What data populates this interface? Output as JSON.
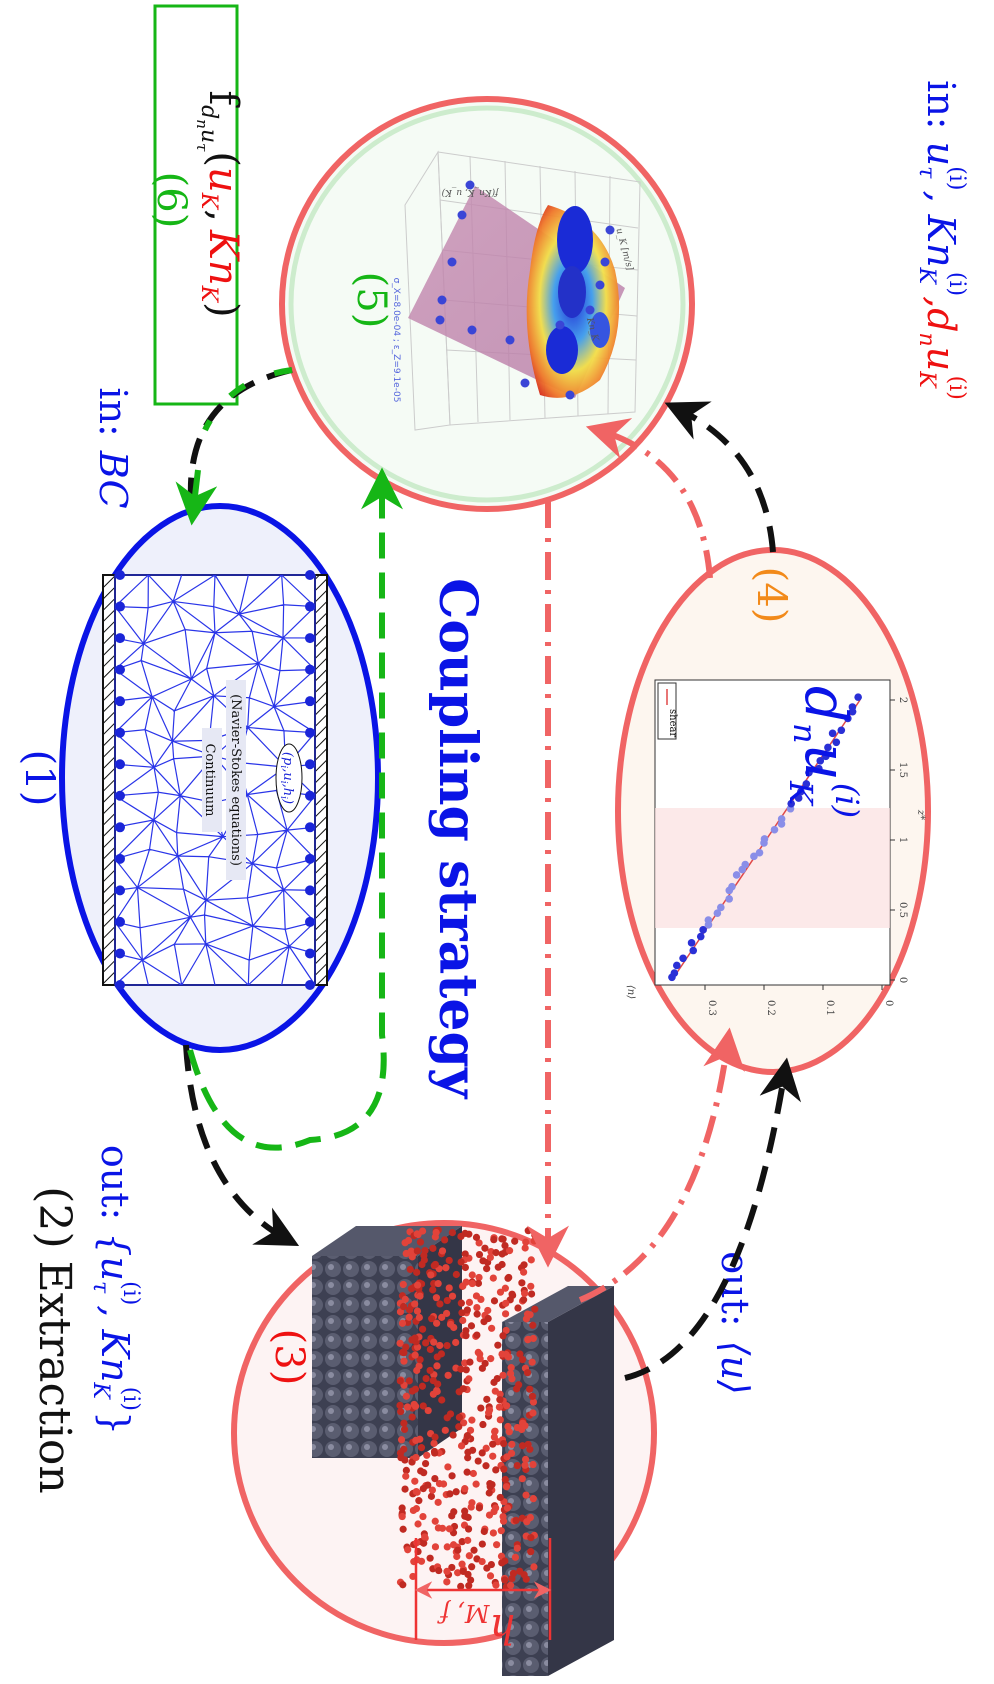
{
  "title": "Coupling strategy",
  "colors": {
    "blue": "#0a14e6",
    "red": "#f06464",
    "green": "#16b616",
    "orange": "#f28a1a",
    "black": "#111111",
    "atom_red": "#d9302a",
    "wall": "#4a4d5e"
  },
  "steps": {
    "s1": {
      "num": "(1)",
      "label_a": "Continuum",
      "label_b": "(Navier-Stokes equations)",
      "nodes": "(p",
      "nodes_sub": "i",
      "nodes_rest": ",u",
      "nodes_sub2": "i",
      "nodes_rest2": ",h",
      "nodes_sub3": "i",
      "nodes_end": ")",
      "input": "in:",
      "input_var": "BC"
    },
    "s2": {
      "num": "(2)",
      "name": "Extraction",
      "out": "out:",
      "out_a": "{u",
      "out_a_sub": "τ",
      "out_a_sup": "(i)",
      "out_b": ", Kn",
      "out_b_sub": "K",
      "out_b_sup": "(i)",
      "out_c": "}"
    },
    "s3": {
      "num": "(3)",
      "gap": "h",
      "gap_sub": "M, f",
      "out": "out:",
      "out_var": "⟨u⟩"
    },
    "s4": {
      "num": "(4)",
      "big_a": "d",
      "big_a_sub": "n",
      "big_b": "u",
      "big_b_sub": "K",
      "big_b_sup": "(i)",
      "legend": "shear",
      "xticks": [
        "0",
        "0.5",
        "1",
        "1.5",
        "2"
      ],
      "yticks": [
        "0",
        "0.1",
        "0.2",
        "0.3"
      ],
      "xlabel": "z*",
      "ylabel": "⟨n⟩"
    },
    "s5": {
      "num": "(5)",
      "sigma": "σ_X=8.0e-04 ; ε_Z=9.1e-05",
      "zlabel": "f(Kn_K, u_K)",
      "xlabel": "Kn_K",
      "ylabel": "u_K [m/s]",
      "input": "in:",
      "in_a": "u",
      "in_a_sub": "τ",
      "in_a_sup": "(i)",
      "in_b": ", Kn",
      "in_b_sub": "K",
      "in_b_sup": "(i)",
      "in_c": ",d",
      "in_c_sub": "n",
      "in_d": "u",
      "in_d_sub": "K",
      "in_d_sup": "(i)"
    },
    "s6": {
      "num": "(6)",
      "f": "f",
      "f_sub": "d",
      "f_sub2": "n",
      "f_sub3": "u",
      "f_sub4": "τ",
      "open": "(",
      "arg1": "u",
      "arg1_sub": "K",
      "comma": ",",
      "arg2": "Kn",
      "arg2_sub": "K",
      "close": ")"
    }
  }
}
